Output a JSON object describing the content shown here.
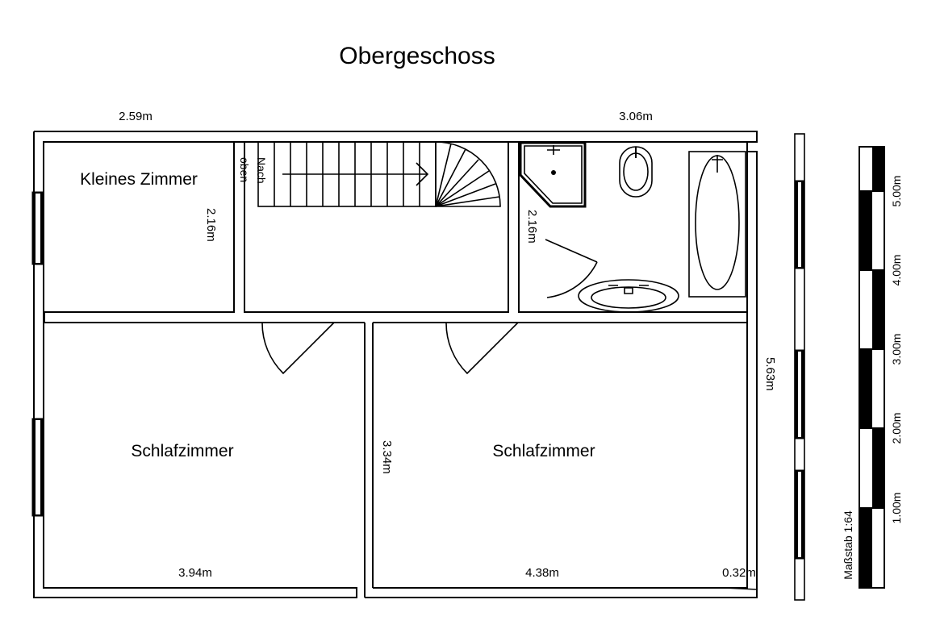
{
  "title": "Obergeschoss",
  "rooms": {
    "small_room": "Kleines Zimmer",
    "bedroom_left": "Schlafzimmer",
    "bedroom_right": "Schlafzimmer"
  },
  "stairs_label_line1": "Nach",
  "stairs_label_line2": "oben",
  "dimensions": {
    "top_left_width": "2.59m",
    "top_right_width": "3.06m",
    "small_room_height": "2.16m",
    "bathroom_height": "2.16m",
    "total_height": "5.63m",
    "bedroom_height": "3.34m",
    "bedroom_left_width": "3.94m",
    "bedroom_right_width": "4.38m",
    "wall_offset": "0.32m"
  },
  "scale": {
    "label": "Maßstab 1:64",
    "ticks": [
      "1.00m",
      "2.00m",
      "3.00m",
      "4.00m",
      "5.00m"
    ]
  }
}
